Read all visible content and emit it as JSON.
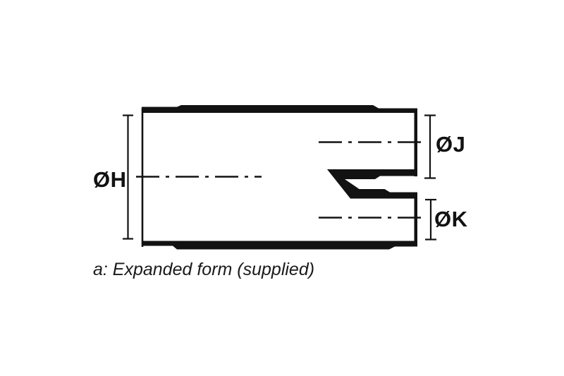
{
  "diagram": {
    "title": "expanded-form-technical-drawing",
    "caption": "a: Expanded form (supplied)",
    "dimensions": {
      "body_outer_diameter": "ØH",
      "upper_outlet_diameter": "ØJ",
      "lower_outlet_diameter": "ØK"
    },
    "colors": {
      "ink": "#121212",
      "background": "#ffffff"
    }
  }
}
